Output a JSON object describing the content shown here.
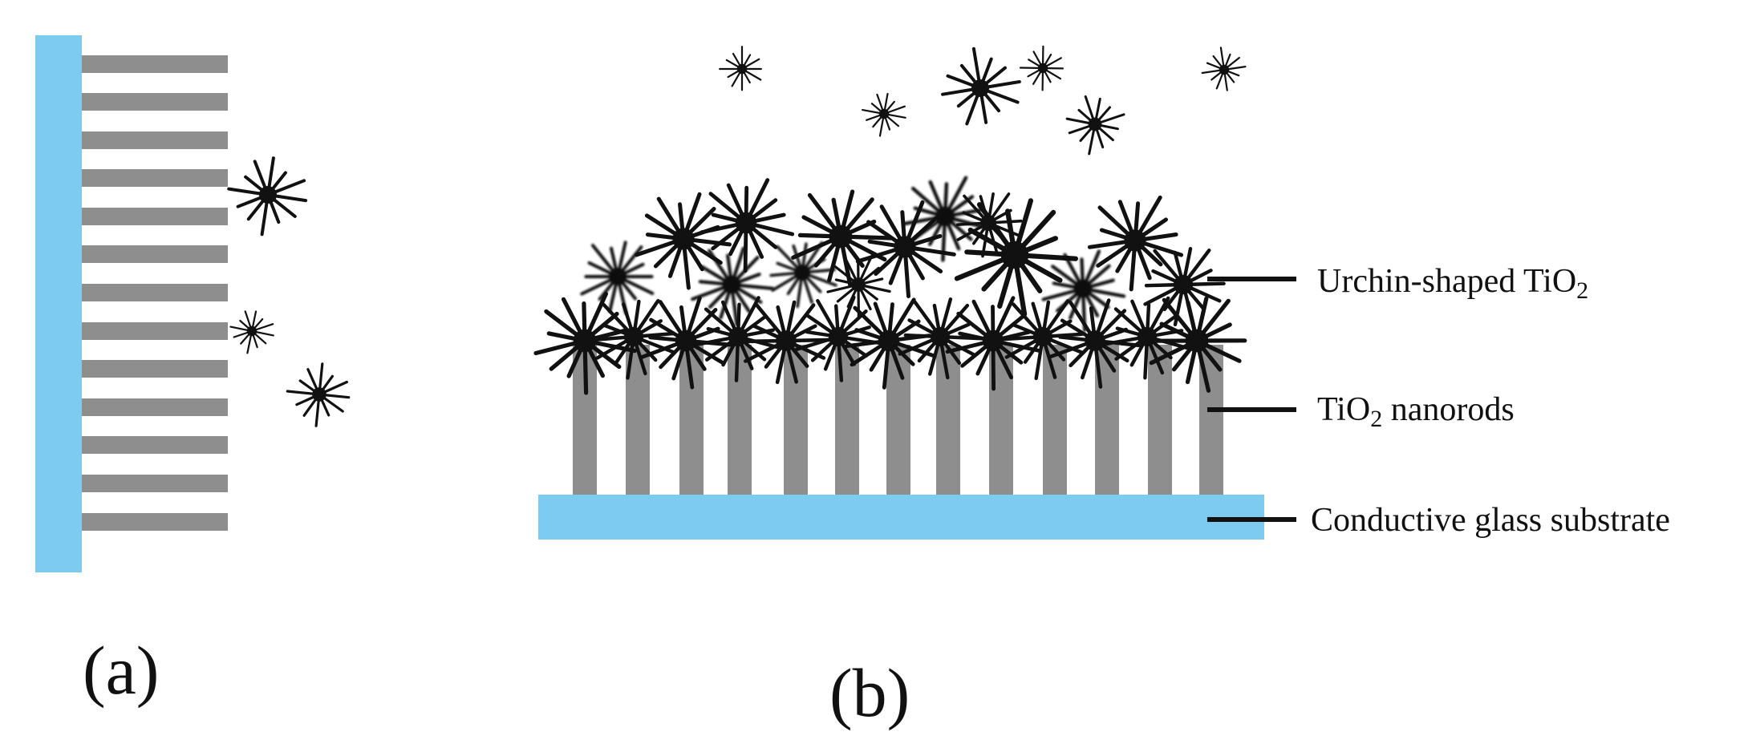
{
  "panels": {
    "a": {
      "label": "(a)"
    },
    "b": {
      "label": "(b)"
    }
  },
  "labels": {
    "urchin": {
      "text": "Urchin-shaped TiO",
      "sub": "2"
    },
    "nanorods": {
      "text": "TiO",
      "sub": "2",
      "text_after": " nanorods"
    },
    "substrate": {
      "text": "Conductive glass substrate"
    }
  },
  "colors": {
    "substrate": "#7dccf0",
    "nanorod": "#8e8e8e",
    "urchin": "#111111",
    "leader": "#111111",
    "text": "#111111"
  }
}
